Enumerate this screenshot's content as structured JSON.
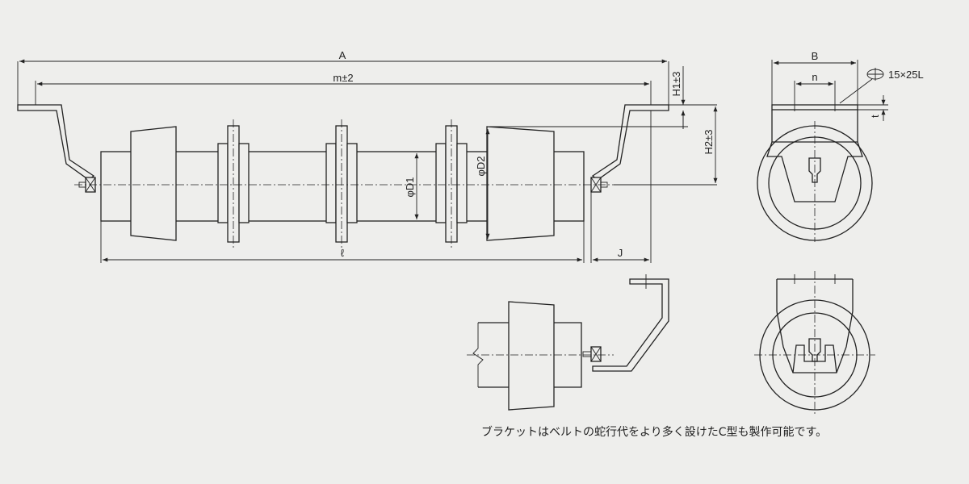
{
  "labels": {
    "A": "A",
    "m": "m±2",
    "H1": "H1±3",
    "H2": "H2±3",
    "D1": "φD1",
    "D2": "φD2",
    "l": "ℓ",
    "J": "J",
    "B": "B",
    "n": "n",
    "slot": "15×25L",
    "t": "t"
  },
  "note": "ブラケットはベルトの蛇行代をより多く設けたC型も製作可能です。"
}
